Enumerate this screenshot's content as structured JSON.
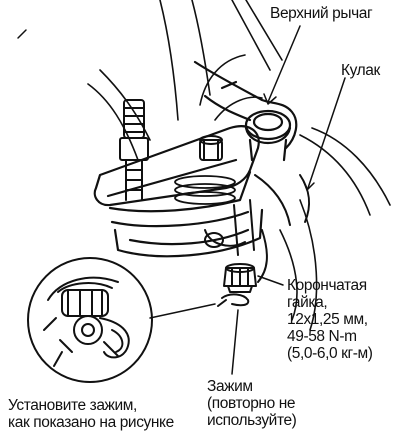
{
  "labels": {
    "upper_arm": "Верхний рычаг",
    "knuckle": "Кулак",
    "castle_nut": [
      "Корончатая",
      "гайка,",
      "12x1,25 мм,",
      "49-58 N-m",
      "(5,0-6,0 кг-м)"
    ],
    "clip": [
      "Зажим",
      "(повторно не",
      "используйте)"
    ],
    "install_note": [
      "Установите зажим,",
      "как показано на рисунке"
    ]
  },
  "colors": {
    "ink": "#111111",
    "background": "#ffffff"
  }
}
